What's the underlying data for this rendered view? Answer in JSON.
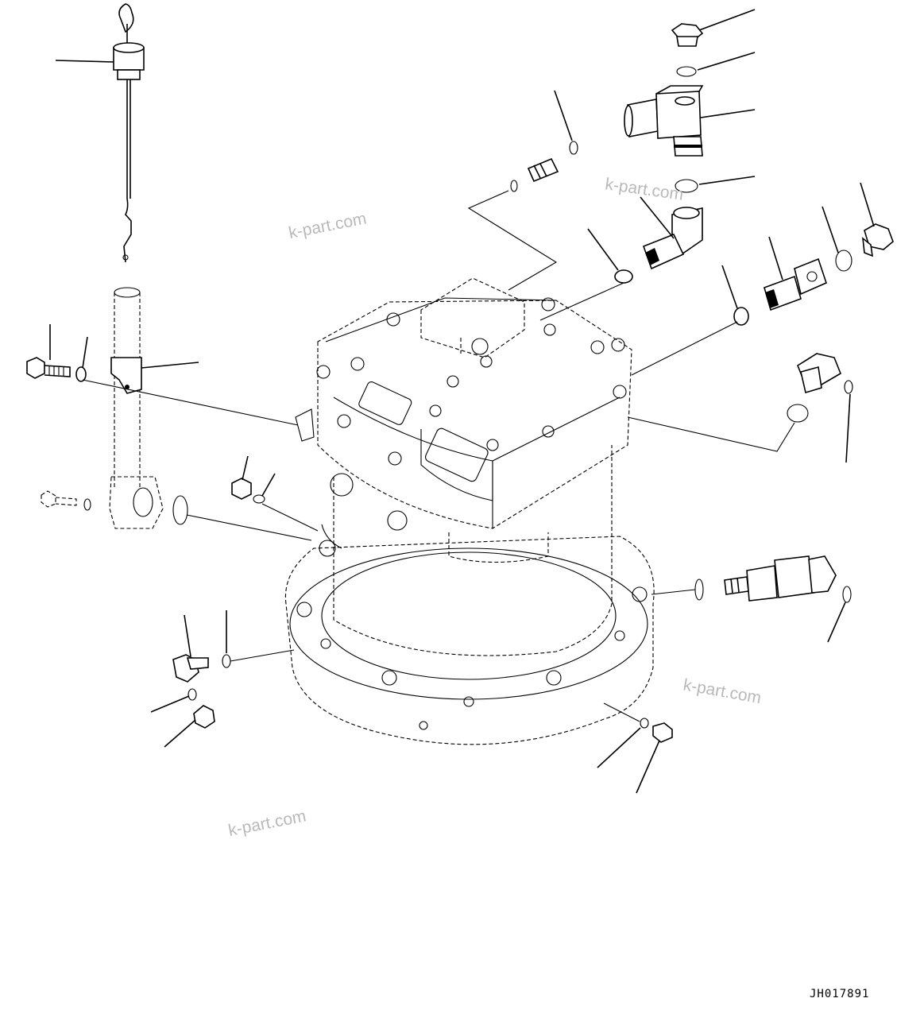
{
  "drawing": {
    "code": "JH017891",
    "watermarks": [
      "k-part.com",
      "k-part.com",
      "k-part.com",
      "k-part.com"
    ]
  }
}
